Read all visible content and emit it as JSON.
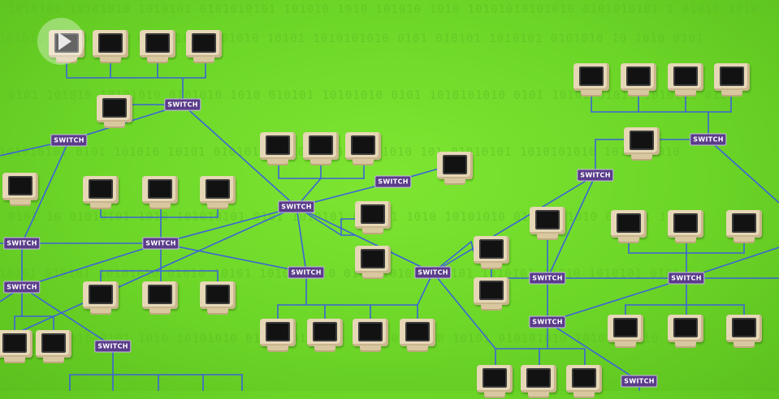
{
  "binary_rows": [
    "1010101 10101010 1010101 0101010101 101010 1010 101010 1010 10101010101010 0101010101 1 01010 1010",
    "10101010 0101010101 0101010 10101010 10101 1010101010 0101 010101 1010101 0101010 10 1010 0101",
    "0101 101010 10101010 0101010 1010 010101 10101010 0101 1010101010 0101 10101 01010 1010101 010",
    "10101010101 0101 101010 10101 010101010 10101 01010 1010 101 01010101 1010101010 10101 1010",
    "0101 10 01010101 1010 101010101 0101 1010101 010101 1010 10101010 0101 101010 010101 10101",
    "1010101 010101 10101010 01010 10101 1010101010 0101 10101 010101 1010101 01010 1010101 0101",
    "10101 0101010101 1010 10101010 0101 10101010 1010 0101010 10101 010101010 1010 101010 010"
  ],
  "switch_label": "SWITCH",
  "colors": {
    "background": "#6cd628",
    "link": "#3d63d8",
    "switch_bg": "#5a3c8a",
    "computer_case": "#e6d7b6",
    "screen": "#121212"
  }
}
